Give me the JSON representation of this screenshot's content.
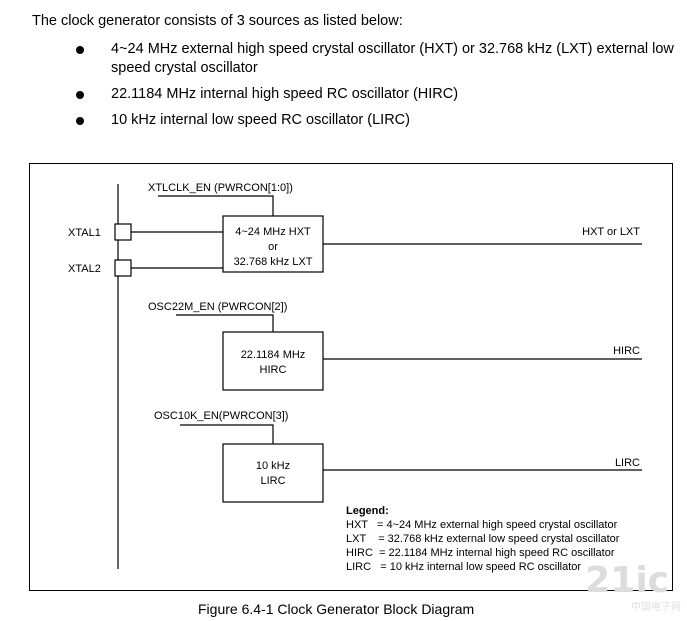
{
  "intro": "The clock generator consists of 3 sources as listed below:",
  "bullets": [
    "4~24 MHz external high speed crystal oscillator (HXT) or 32.768 kHz (LXT) external low speed crystal oscillator",
    "22.1184 MHz internal high speed RC oscillator (HIRC)",
    "10 kHz internal low speed RC oscillator (LIRC)"
  ],
  "diagram": {
    "pins": {
      "xtal1": "XTAL1",
      "xtal2": "XTAL2"
    },
    "enables": {
      "hxt": "XTLCLK_EN (PWRCON[1:0])",
      "hirc": "OSC22M_EN (PWRCON[2])",
      "lirc": "OSC10K_EN(PWRCON[3])"
    },
    "blocks": {
      "hxt": [
        "4~24 MHz HXT",
        "or",
        "32.768 kHz LXT"
      ],
      "hirc": [
        "22.1184 MHz",
        "HIRC"
      ],
      "lirc": [
        "10 kHz",
        "LIRC"
      ]
    },
    "outputs": {
      "hxt": "HXT or LXT",
      "hirc": "HIRC",
      "lirc": "LIRC"
    },
    "legend": {
      "title": "Legend:",
      "lines": [
        "HXT   = 4~24 MHz external high speed crystal oscillator",
        "LXT    = 32.768 kHz external low speed crystal oscillator",
        "HIRC  = 22.1184 MHz internal high speed RC oscillator",
        "LIRC   = 10 kHz internal low speed RC oscillator"
      ]
    }
  },
  "caption": "Figure 6.4-1 Clock Generator Block Diagram",
  "watermark": {
    "logo": "21ic",
    "sub": "中国电子网"
  }
}
